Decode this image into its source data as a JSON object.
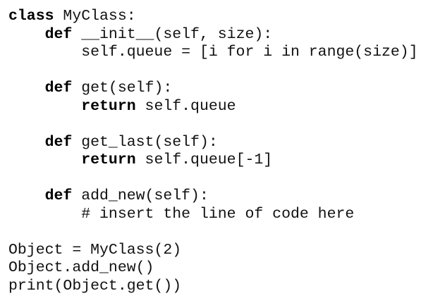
{
  "page": {
    "background_color": "#ffffff",
    "text_color": "#111111",
    "keyword_color": "#000000",
    "keyword_style": "bold"
  },
  "code": {
    "language": "python",
    "lines": [
      {
        "segments": [
          {
            "text": "class",
            "bold": true
          },
          {
            "text": " MyClass:",
            "bold": false
          }
        ]
      },
      {
        "segments": [
          {
            "text": "    ",
            "bold": false
          },
          {
            "text": "def",
            "bold": true
          },
          {
            "text": " __init__(self, size):",
            "bold": false
          }
        ]
      },
      {
        "segments": [
          {
            "text": "        self.queue = [i for i in range(size)]",
            "bold": false
          }
        ]
      },
      {
        "segments": []
      },
      {
        "segments": [
          {
            "text": "    ",
            "bold": false
          },
          {
            "text": "def",
            "bold": true
          },
          {
            "text": " get(self):",
            "bold": false
          }
        ]
      },
      {
        "segments": [
          {
            "text": "        ",
            "bold": false
          },
          {
            "text": "return",
            "bold": true
          },
          {
            "text": " self.queue",
            "bold": false
          }
        ]
      },
      {
        "segments": []
      },
      {
        "segments": [
          {
            "text": "    ",
            "bold": false
          },
          {
            "text": "def",
            "bold": true
          },
          {
            "text": " get_last(self):",
            "bold": false
          }
        ]
      },
      {
        "segments": [
          {
            "text": "        ",
            "bold": false
          },
          {
            "text": "return",
            "bold": true
          },
          {
            "text": " self.queue[-1]",
            "bold": false
          }
        ]
      },
      {
        "segments": []
      },
      {
        "segments": [
          {
            "text": "    ",
            "bold": false
          },
          {
            "text": "def",
            "bold": true
          },
          {
            "text": " add_new(self):",
            "bold": false
          }
        ]
      },
      {
        "segments": [
          {
            "text": "        # insert the line of code here",
            "bold": false
          }
        ]
      },
      {
        "segments": []
      },
      {
        "segments": [
          {
            "text": "Object = MyClass(2)",
            "bold": false
          }
        ]
      },
      {
        "segments": [
          {
            "text": "Object.add_new()",
            "bold": false
          }
        ]
      },
      {
        "segments": [
          {
            "text": "print(Object.get())",
            "bold": false
          }
        ]
      }
    ]
  }
}
